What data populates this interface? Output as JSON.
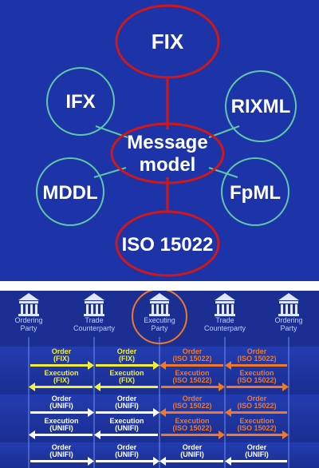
{
  "message_model": {
    "center": [
      "Message",
      "model"
    ],
    "nodes": {
      "fix": "FIX",
      "ifx": "IFX",
      "rixml": "RIXML",
      "mddl": "MDDL",
      "fpml": "FpML",
      "iso": "ISO 15022"
    }
  },
  "flow": {
    "parties": [
      [
        "Ordering",
        "Party"
      ],
      [
        "Trade",
        "Counterparty"
      ],
      [
        "Executing",
        "Party"
      ],
      [
        "Trade",
        "Counterparty"
      ],
      [
        "Ordering",
        "Party"
      ]
    ],
    "messages": {
      "r1": {
        "left": [
          "Order",
          "(FIX)"
        ],
        "mid": [
          "Order",
          "(FIX)"
        ],
        "midr": [
          "Order",
          "(ISO 15022)"
        ],
        "right": [
          "Order",
          "(ISO 15022)"
        ]
      },
      "r2": {
        "left": [
          "Execution",
          "(FIX)"
        ],
        "mid": [
          "Execution",
          "(FIX)"
        ],
        "midr": [
          "Execution",
          "(ISO 15022)"
        ],
        "right": [
          "Execution",
          "(ISO 15022)"
        ]
      },
      "r3": {
        "left": [
          "Order",
          "(UNIFI)"
        ],
        "mid": [
          "Order",
          "(UNIFI)"
        ],
        "midr": [
          "Order",
          "(ISO 15022)"
        ],
        "right": [
          "Order",
          "(ISO 15022)"
        ]
      },
      "r4": {
        "left": [
          "Execution",
          "(UNIFI)"
        ],
        "mid": [
          "Execution",
          "(UNIFI)"
        ],
        "midr": [
          "Execution",
          "(ISO 15022)"
        ],
        "right": [
          "Execution",
          "(ISO 15022)"
        ]
      },
      "r5": {
        "left": [
          "Order",
          "(UNIFI)"
        ],
        "mid": [
          "Order",
          "(UNIFI)"
        ],
        "midr": [
          "Order",
          "(UNIFI)"
        ],
        "right": [
          "Order",
          "(UNIFI)"
        ]
      }
    }
  },
  "colors": {
    "top_bg": "#1d33a8",
    "bottom_bg": "#1b2f92",
    "oval_red": "#d01818",
    "circle_green": "#5fc8a8",
    "fix_yellow": "#f2ef3a",
    "iso_orange": "#f07828",
    "unifi_white": "#ffffff",
    "party_text": "#b8d2ff"
  }
}
